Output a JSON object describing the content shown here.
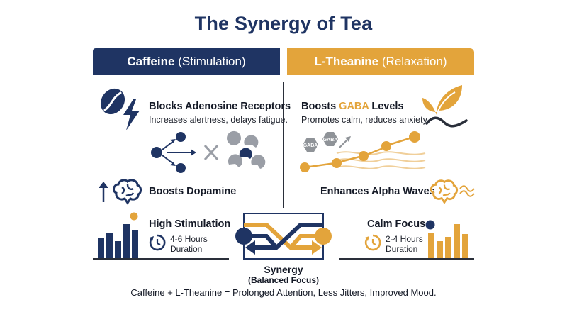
{
  "title": "The Synergy of Tea",
  "left": {
    "banner_main": "Caffeine",
    "banner_sub": "(Stimulation)",
    "block1_title": "Blocks Adenosine Receptors",
    "block1_desc": "Increases alertness, delays fatigue.",
    "block2_title": "Boosts Dopamine",
    "block3_title": "High Stimulation",
    "duration_line1": "4-6 Hours",
    "duration_line2": "Duration"
  },
  "right": {
    "banner_main": "L-Theanine",
    "banner_sub": "(Relaxation)",
    "block1_title_pre": "Boosts ",
    "block1_title_hl": "GABA",
    "block1_title_post": " Levels",
    "block1_desc": "Promotes calm, reduces anxiety.",
    "gaba_label_1": "GABA",
    "gaba_label_2": "GABA",
    "block2_title": "Enhances Alpha Waves",
    "block3_title": "Calm Focus",
    "duration_line1": "2-4 Hours",
    "duration_line2": "Duration"
  },
  "synergy": {
    "title": "Synergy",
    "subtitle": "(Balanced Focus)"
  },
  "footer": "Caffeine + L-Theanine = Prolonged Attention, Less Jitters, Improved Mood.",
  "colors": {
    "navy": "#1f3463",
    "gold": "#e3a43b",
    "gray": "#9a9ea6",
    "brown": "#2a2f3a"
  },
  "icons": [
    "coffee-bean-icon",
    "lightning-icon",
    "brain-icon",
    "leaf-icon",
    "clock-icon",
    "bar-chart-icon",
    "alpha-wave-icon",
    "synergy-arrows-icon"
  ]
}
